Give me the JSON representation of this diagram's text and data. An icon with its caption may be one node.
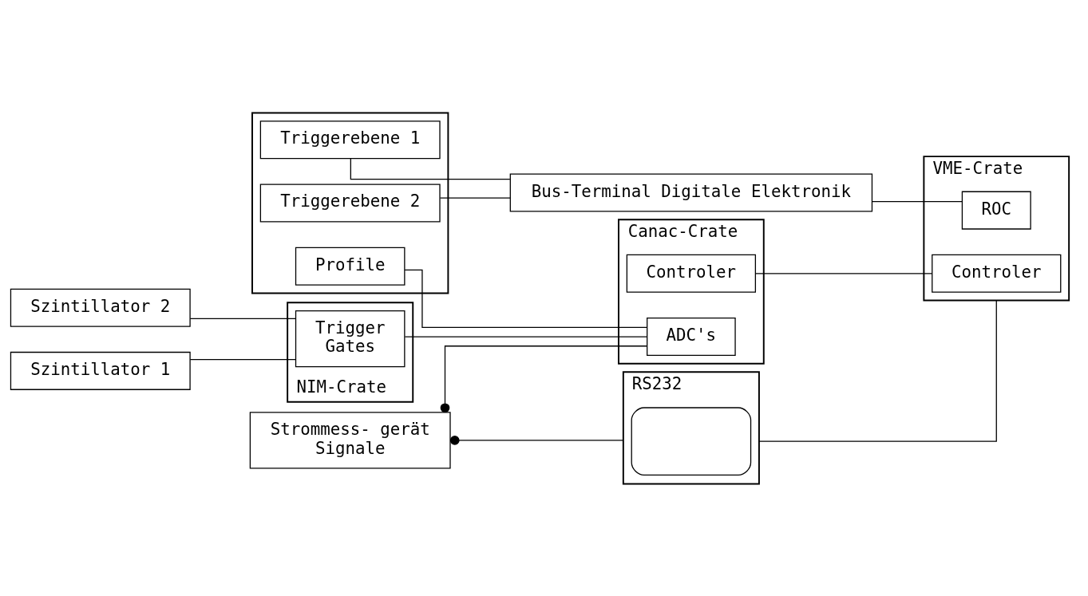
{
  "diagram": {
    "nodes": [
      {
        "text": [],
        "shape": "box"
      },
      {
        "text": [
          "Triggerebene 2"
        ],
        "in": 0
      },
      {
        "text": [
          "Profile"
        ],
        "in": 0
      },
      {
        "text": [
          "Triggerebene 1"
        ],
        "in": 0
      },
      {
        "text": [
          "Szintillator 2"
        ]
      },
      {
        "text": [
          "Szintillator 1"
        ]
      },
      {
        "text": [
          "NIM-Crate"
        ]
      },
      {
        "text": [
          "Trigger",
          "Gates"
        ],
        "in": 6
      },
      {
        "text": [
          "Strommess- gerät",
          "Signale"
        ]
      },
      {
        "text": [
          "Bus-Terminal Digitale Elektronik"
        ]
      },
      {
        "text": [
          "RS232"
        ]
      },
      {
        "text": [],
        "shape": "box",
        "in": 10
      },
      {
        "text": [
          "Canac-Crate"
        ]
      },
      {
        "text": [
          "Controler"
        ],
        "in": 12
      },
      {
        "text": [
          "ADC's"
        ],
        "in": 12
      },
      {
        "text": [
          "VME-Crate"
        ]
      },
      {
        "text": [
          "Controler"
        ],
        "in": 15
      },
      {
        "text": [
          "ROC"
        ],
        "in": 15
      }
    ],
    "edges": [
      {
        "from": 4,
        "to": 7,
        "arrow": "none"
      },
      {
        "from": 5,
        "to": 7,
        "arrow": "none"
      },
      {
        "from": 1,
        "to": 9,
        "arrow": "none"
      },
      {
        "from": 3,
        "to": 9,
        "arrow": "none"
      },
      {
        "from": 2,
        "to": 14,
        "arrow": "none"
      },
      {
        "from": 8,
        "to": 14,
        "arrow": "other"
      },
      {
        "from": 7,
        "to": 14,
        "arrow": "none"
      },
      {
        "from": 8,
        "to": 10,
        "arrow": "other"
      },
      {
        "from": 10,
        "to": 15,
        "arrow": "none"
      },
      {
        "from": 13,
        "to": 16,
        "arrow": "none"
      },
      {
        "from": 9,
        "to": 17,
        "arrow": "none"
      }
    ]
  }
}
